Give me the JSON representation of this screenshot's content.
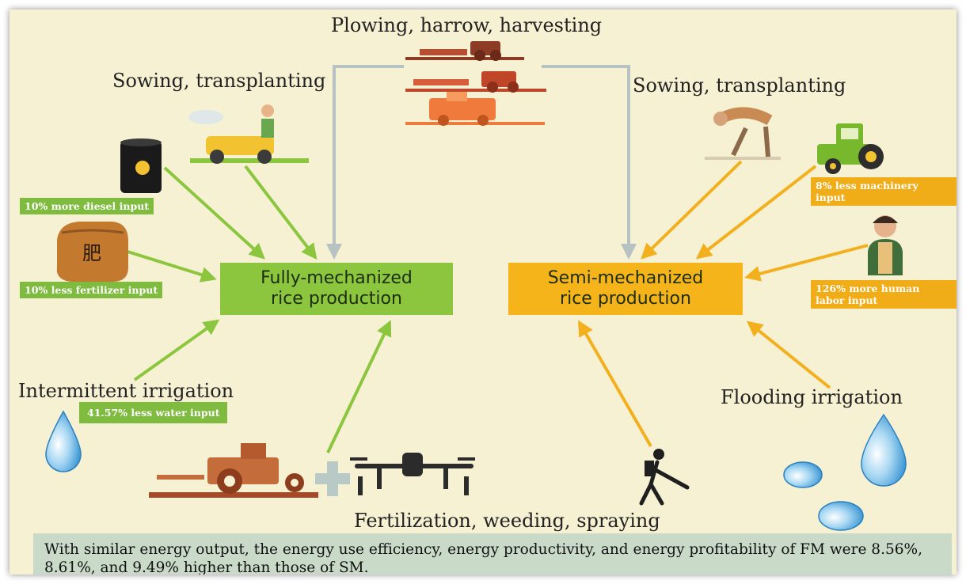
{
  "labels": {
    "top_center": "Plowing, harrow, harvesting",
    "left_sowing": "Sowing, transplanting",
    "right_sowing": "Sowing, transplanting",
    "left_irrigation": "Intermittent irrigation",
    "right_irrigation": "Flooding irrigation",
    "bottom_center": "Fertilization, weeding, spraying"
  },
  "boxes": {
    "fully": "Fully-mechanized\nrice production",
    "semi": "Semi-mechanized\nrice production"
  },
  "tags": {
    "diesel": "10% more diesel input",
    "fertilizer": "10% less fertilizer input",
    "water": "41.57% less water input",
    "machinery": "8% less machinery\ninput",
    "labor": "126% more human\nlabor input"
  },
  "icons": {
    "fertilizer_bag_char": "肥"
  },
  "summary": "With similar energy output, the energy use efficiency, energy productivity, and energy profitability of FM were 8.56%, 8.61%, and 9.49% higher than those of SM.",
  "colors": {
    "background": "#f6f1d2",
    "fully_box": "#8cc63f",
    "semi_box": "#f5b41a",
    "green_arrow": "#8cc63f",
    "orange_arrow": "#f2b01e",
    "gray_arrow": "#b7c2c2",
    "summary_bg": "#c9dbc8"
  }
}
